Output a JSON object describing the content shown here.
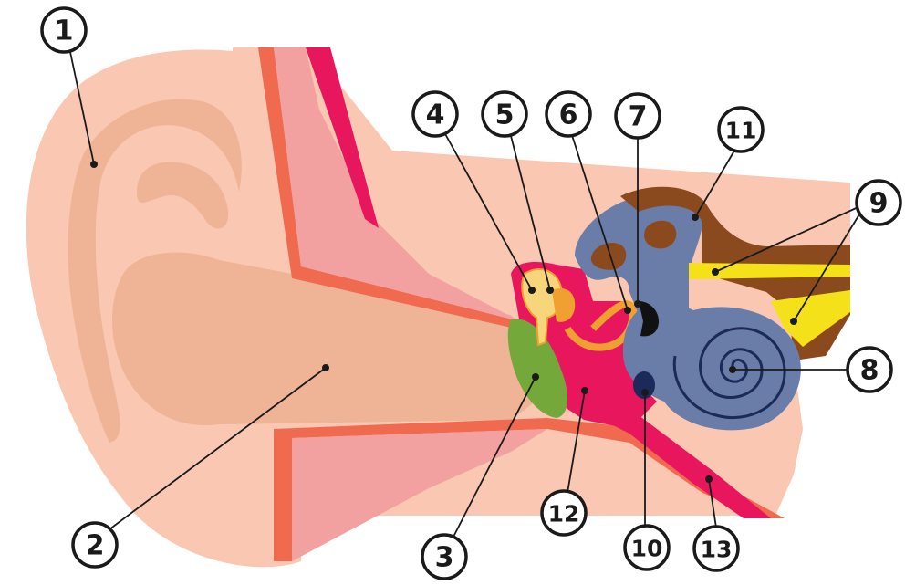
{
  "colors": {
    "skin_light": "#f9c7b2",
    "skin_mid": "#efb395",
    "canal_wall": "#f06a50",
    "canal_inner": "#f2a0a0",
    "magenta": "#e8175d",
    "yellow_bone": "#f7d57a",
    "orange_bone": "#f0a030",
    "eardrum": "#74a83a",
    "labyrinth": "#6a7da8",
    "brown": "#8b4a1e",
    "nerve_yellow": "#f5e11a",
    "window_dark": "#1c2a5a",
    "stapes_black": "#111111"
  },
  "callouts": [
    {
      "id": "1",
      "label": "1"
    },
    {
      "id": "2",
      "label": "2"
    },
    {
      "id": "3",
      "label": "3"
    },
    {
      "id": "4",
      "label": "4"
    },
    {
      "id": "5",
      "label": "5"
    },
    {
      "id": "6",
      "label": "6"
    },
    {
      "id": "7",
      "label": "7"
    },
    {
      "id": "8",
      "label": "8"
    },
    {
      "id": "9",
      "label": "9"
    },
    {
      "id": "10",
      "label": "10"
    },
    {
      "id": "11",
      "label": "11"
    },
    {
      "id": "12",
      "label": "12"
    },
    {
      "id": "13",
      "label": "13"
    }
  ]
}
